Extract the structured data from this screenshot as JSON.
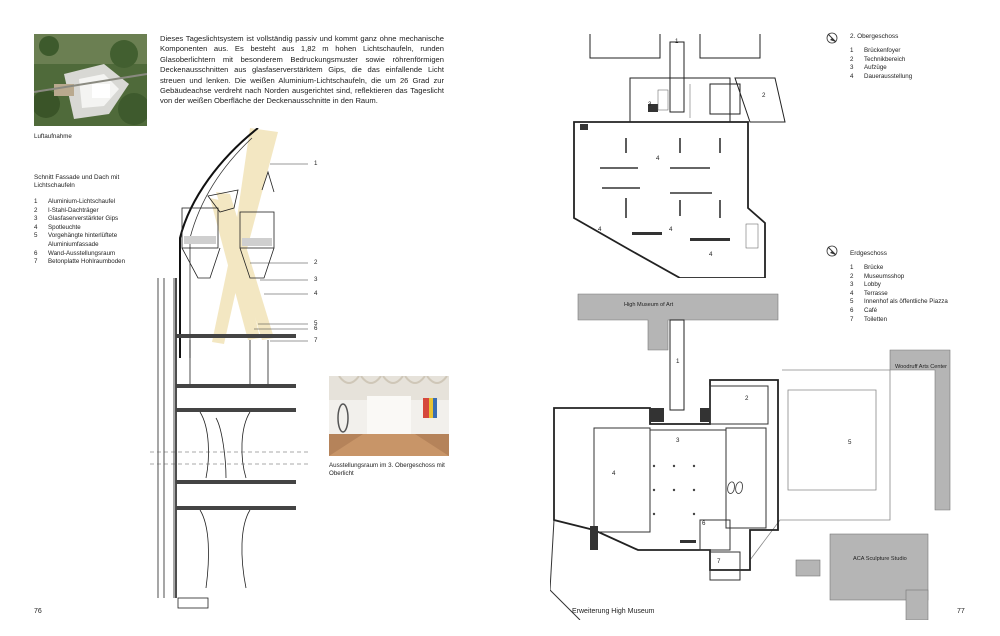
{
  "left_page": {
    "paragraph": "Dieses Tageslichtsystem ist vollständig passiv und kommt ganz ohne mechanische Komponenten aus. Es besteht aus 1,82 m hohen Lichtschaufeln, runden Glasoberlichtern mit besonderem Bedruckungsmuster sowie röhrenförmigen Deckenausschnitten aus glasfaserverstärktem Gips, die das einfallende Licht streuen und lenken. Die weißen Aluminium-Lichtschaufeln, die um 26 Grad zur Gebäudeachse verdreht nach Norden ausgerichtet sind, reflektieren das Tageslicht von der weißen Oberfläche der Deckenausschnitte in den Raum.",
    "aerial_caption": "Luftaufnahme",
    "section_title": "Schnitt Fassade und Dach mit Lichtschaufeln",
    "legend": [
      {
        "n": "1",
        "label": "Aluminium-Lichtschaufel"
      },
      {
        "n": "2",
        "label": "I-Stahl-Dachträger"
      },
      {
        "n": "3",
        "label": "Glasfaserverstärkter Gips"
      },
      {
        "n": "4",
        "label": "Spotleuchte"
      },
      {
        "n": "5",
        "label": "Vorgehängte hinterlüftete Aluminiumfassade"
      },
      {
        "n": "6",
        "label": "Wand-Ausstellungsraum"
      },
      {
        "n": "7",
        "label": "Betonplatte Hohlraumboden"
      }
    ],
    "section_numbers": [
      "1",
      "2",
      "3",
      "4",
      "5",
      "6",
      "7"
    ],
    "gallery_caption": "Ausstellungsraum im 3. Obergeschoss mit Oberlicht",
    "page_number": "76"
  },
  "right_page": {
    "upper_title": "2. Obergeschoss",
    "upper_legend": [
      {
        "n": "1",
        "label": "Brückenfoyer"
      },
      {
        "n": "2",
        "label": "Technikbereich"
      },
      {
        "n": "3",
        "label": "Aufzüge"
      },
      {
        "n": "4",
        "label": "Dauerausstellung"
      }
    ],
    "lower_title": "Erdgeschoss",
    "lower_legend": [
      {
        "n": "1",
        "label": "Brücke"
      },
      {
        "n": "2",
        "label": "Museumsshop"
      },
      {
        "n": "3",
        "label": "Lobby"
      },
      {
        "n": "4",
        "label": "Terrasse"
      },
      {
        "n": "5",
        "label": "Innenhof als öffentliche Piazza"
      },
      {
        "n": "6",
        "label": "Café"
      },
      {
        "n": "7",
        "label": "Toiletten"
      }
    ],
    "buildings": {
      "high": "High Museum of Art",
      "woodruff": "Woodruff Arts Center",
      "aca": "ACA Sculpture Studio"
    },
    "upper_plan_numbers": {
      "n1": "1",
      "n2": "2",
      "n3": "3",
      "n4a": "4",
      "n4b": "4",
      "n4c": "4",
      "n4d": "4"
    },
    "lower_plan_numbers": {
      "n1": "1",
      "n2": "2",
      "n3": "3",
      "n4": "4",
      "n5": "5",
      "n6": "6",
      "n7": "7"
    },
    "footer": "Erweiterung High Museum",
    "page_number": "77"
  }
}
